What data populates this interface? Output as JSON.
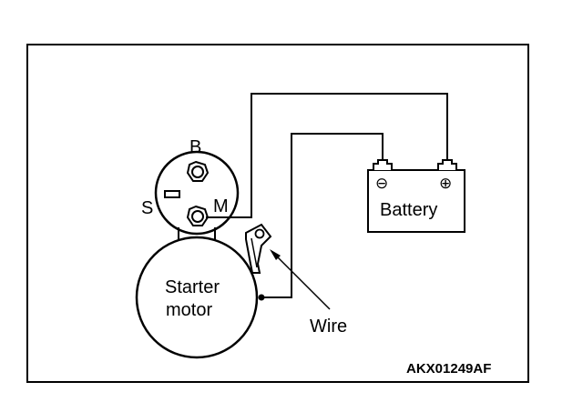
{
  "diagram": {
    "labels": {
      "terminal_b": "B",
      "terminal_s": "S",
      "terminal_m": "M",
      "motor_line1": "Starter",
      "motor_line2": "motor",
      "battery": "Battery",
      "battery_negative": "⊖",
      "battery_positive": "⊕",
      "wire": "Wire"
    },
    "figure_code": "AKX01249AF"
  }
}
